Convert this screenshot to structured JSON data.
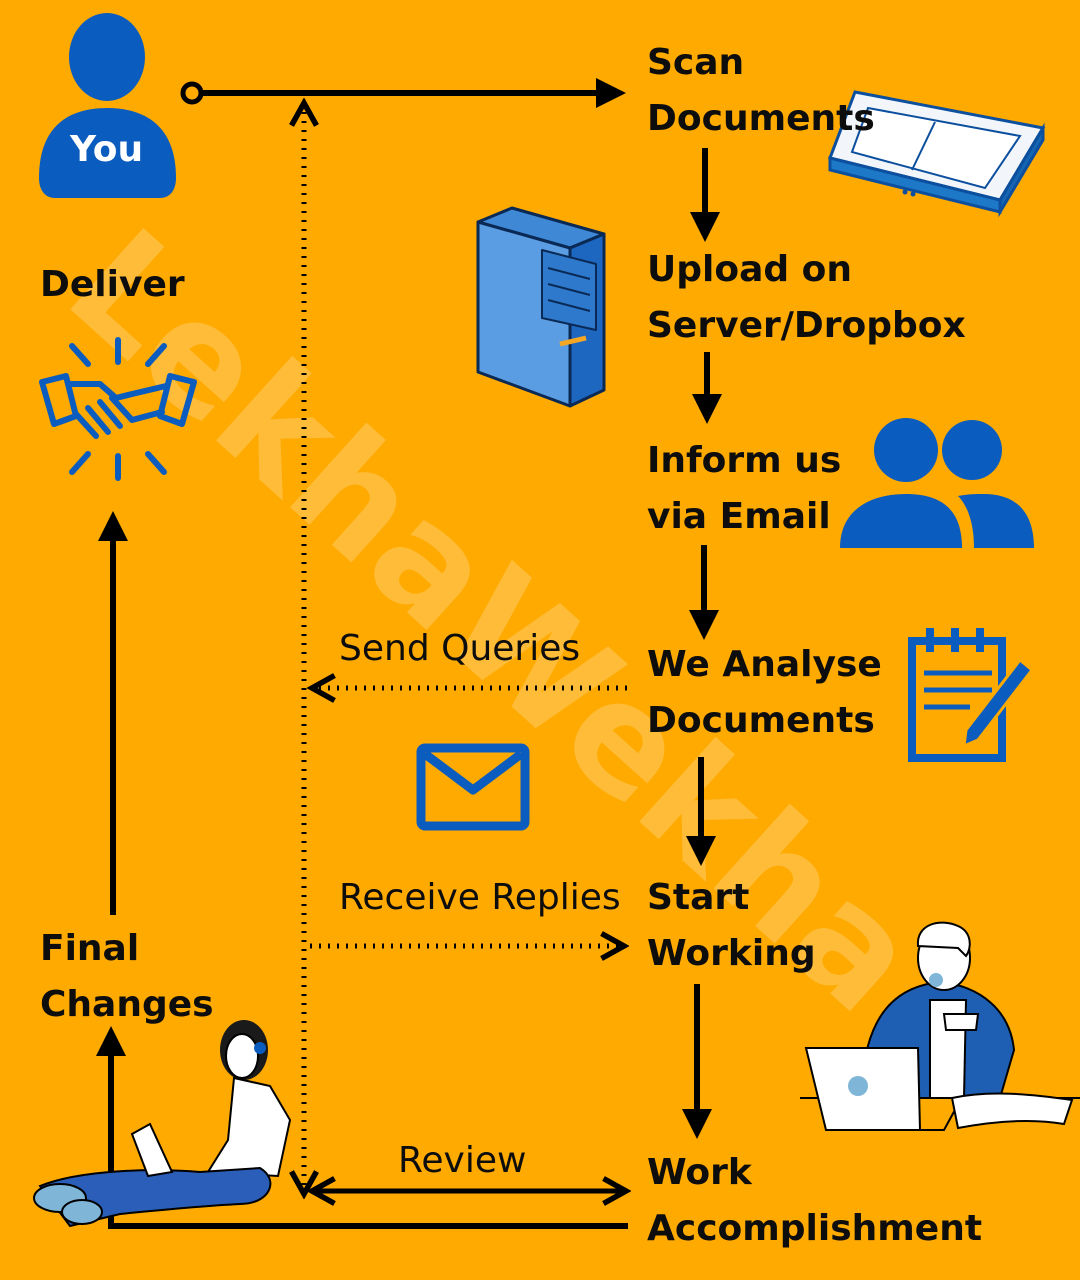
{
  "colors": {
    "background": "#FFAA00",
    "blue": "#0B5CBF",
    "line": "#000000"
  },
  "you": {
    "label": "You"
  },
  "steps": {
    "scan": [
      "Scan",
      "Documents"
    ],
    "upload": [
      "Upload on",
      "Server/Dropbox"
    ],
    "inform": [
      "Inform us",
      "via Email"
    ],
    "analyse": [
      "We Analyse",
      "Documents"
    ],
    "start": [
      "Start",
      "Working"
    ],
    "accomplish": [
      "Work",
      "Accomplishment"
    ],
    "final": [
      "Final",
      "Changes"
    ],
    "deliver": "Deliver"
  },
  "flows": {
    "send_queries": "Send Queries",
    "receive_replies": "Receive Replies",
    "review": "Review"
  },
  "watermark": "LekhaWekha",
  "icons": [
    "user-icon",
    "scanner-icon",
    "server-icon",
    "group-icon",
    "notepad-pen-icon",
    "envelope-icon",
    "handshake-icon",
    "woman-laptop-illustration",
    "man-laptop-illustration"
  ]
}
